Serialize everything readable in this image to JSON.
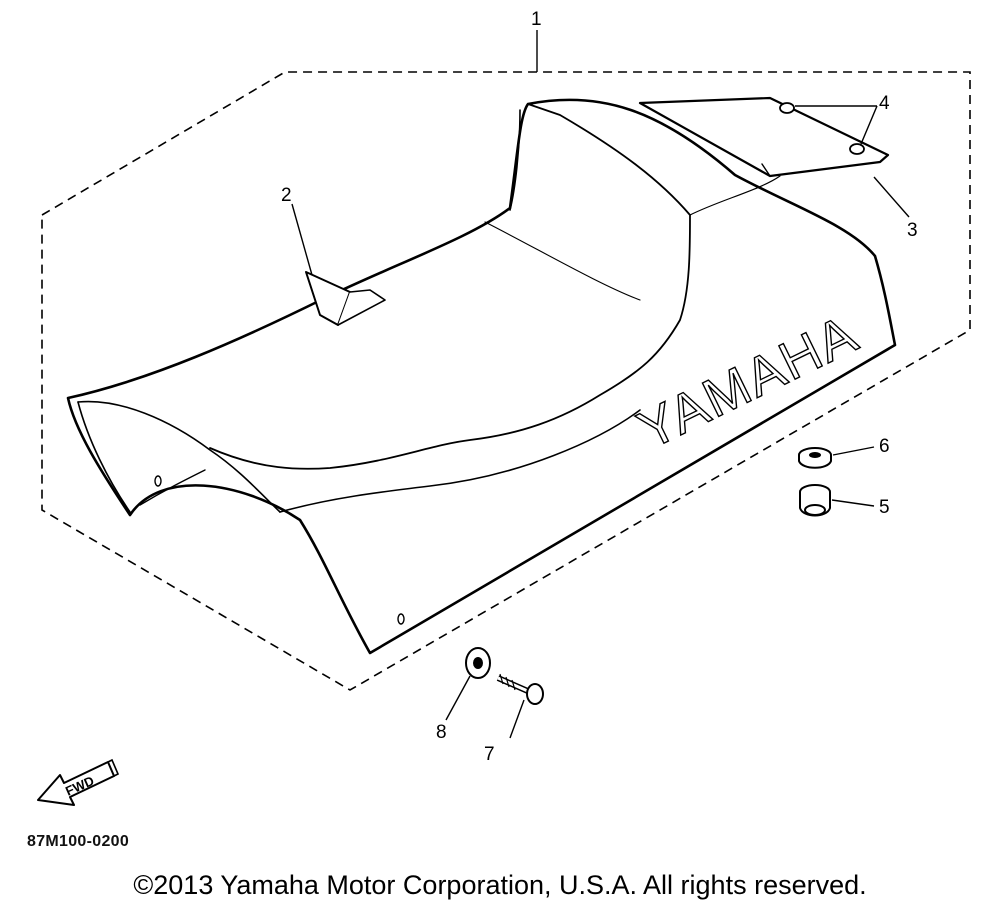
{
  "diagram": {
    "brand_lettering": "YAMAHA",
    "fwd_label": "FWD",
    "callouts": {
      "c1": "1",
      "c2": "2",
      "c3": "3",
      "c4": "4",
      "c5": "5",
      "c6": "6",
      "c7": "7",
      "c8": "8"
    }
  },
  "footer": {
    "part_code": "87M100-0200",
    "copyright": "©2013 Yamaha Motor Corporation, U.S.A. All rights reserved."
  },
  "colors": {
    "line": "#000000",
    "background": "#ffffff"
  }
}
